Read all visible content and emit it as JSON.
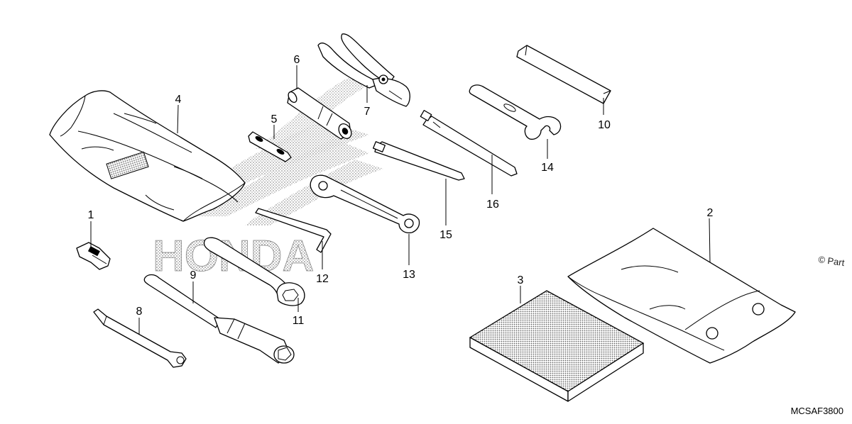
{
  "diagram": {
    "code": "MCSAF3800",
    "copyright": "© Part",
    "watermark_text": "HONDA",
    "callouts": [
      "1",
      "2",
      "3",
      "4",
      "5",
      "6",
      "7",
      "8",
      "9",
      "10",
      "11",
      "12",
      "13",
      "14",
      "15",
      "16"
    ]
  }
}
